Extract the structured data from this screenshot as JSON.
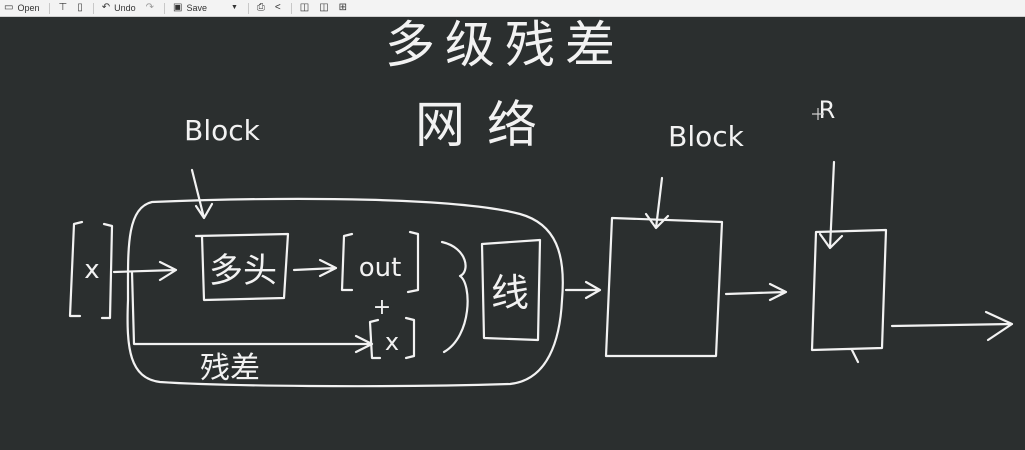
{
  "toolbar": {
    "open_label": "Open",
    "undo_label": "Undo",
    "save_label": "Save",
    "icons": [
      "folder-icon",
      "pin-icon",
      "trash-icon",
      "undo-icon",
      "redo-icon",
      "save-icon",
      "dropdown-icon",
      "printer-icon",
      "share-icon",
      "layout-icon"
    ]
  },
  "whiteboard": {
    "title_line1": "多级残差",
    "title_line2": "网络",
    "block_label_left": "Block",
    "block_label_right": "Block",
    "top_right_label": "R",
    "input_label": "x",
    "multihead_label": "多头",
    "out_label": "out",
    "plus_label": "+",
    "residual_input_label": "x",
    "residual_label": "残差",
    "linear_label": "线",
    "colors": {
      "background": "#2b2f2f",
      "ink": "#f2f2f2"
    }
  }
}
